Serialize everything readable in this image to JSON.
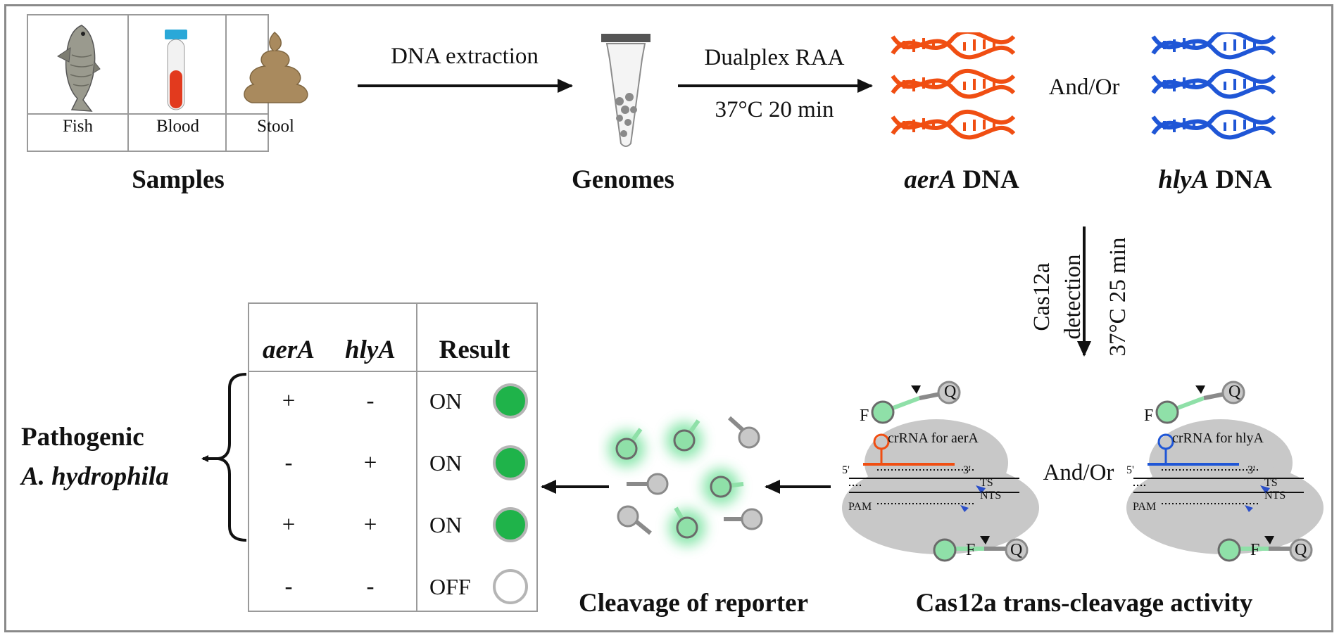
{
  "samples": {
    "items": [
      {
        "label": "Fish",
        "icon": "fish-icon"
      },
      {
        "label": "Blood",
        "icon": "blood-tube-icon"
      },
      {
        "label": "Stool",
        "icon": "stool-icon"
      }
    ],
    "title": "Samples"
  },
  "step_extraction": {
    "label": "DNA extraction"
  },
  "genomes": {
    "title": "Genomes",
    "icon": "sample-tube-icon"
  },
  "step_raa": {
    "label": "Dualplex RAA",
    "condition": "37°C 20 min"
  },
  "amplicons": {
    "aerA": {
      "gene": "aerA",
      "suffix": " DNA",
      "color": "#f04e12"
    },
    "hlyA": {
      "gene": "hlyA",
      "suffix": " DNA",
      "color": "#1f56d6"
    },
    "connector": "And/Or"
  },
  "step_cas12a": {
    "label_line1": "Cas12a",
    "label_line2": "detection",
    "condition": "37°C 25 min"
  },
  "cas_complexes": {
    "aerA": {
      "crrna": "crRNA for aerA",
      "color": "#f04e12"
    },
    "hlyA": {
      "crrna": "crRNA for hlyA",
      "color": "#1f56d6"
    },
    "connector": "And/Or",
    "title": "Cas12a trans-cleavage activity",
    "five": "5'",
    "three": "3'",
    "ts": "TS",
    "nts": "NTS",
    "pam": "PAM"
  },
  "reporter": {
    "fluor": "F",
    "quencher": "Q",
    "title": "Cleavage of reporter",
    "fluor_color": "#8fe0a8",
    "glow_color": "#2fd36a"
  },
  "results_table": {
    "headers": {
      "col1": "aerA",
      "col2": "hlyA",
      "col3": "Result"
    },
    "rows": [
      {
        "aerA": "+",
        "hlyA": "-",
        "result": "ON",
        "lit": true
      },
      {
        "aerA": "-",
        "hlyA": "+",
        "result": "ON",
        "lit": true
      },
      {
        "aerA": "+",
        "hlyA": "+",
        "result": "ON",
        "lit": true
      },
      {
        "aerA": "-",
        "hlyA": "-",
        "result": "OFF",
        "lit": false
      }
    ],
    "on_color": "#1fb34a"
  },
  "conclusion": {
    "line1": "Pathogenic",
    "line2": "A. hydrophila"
  }
}
